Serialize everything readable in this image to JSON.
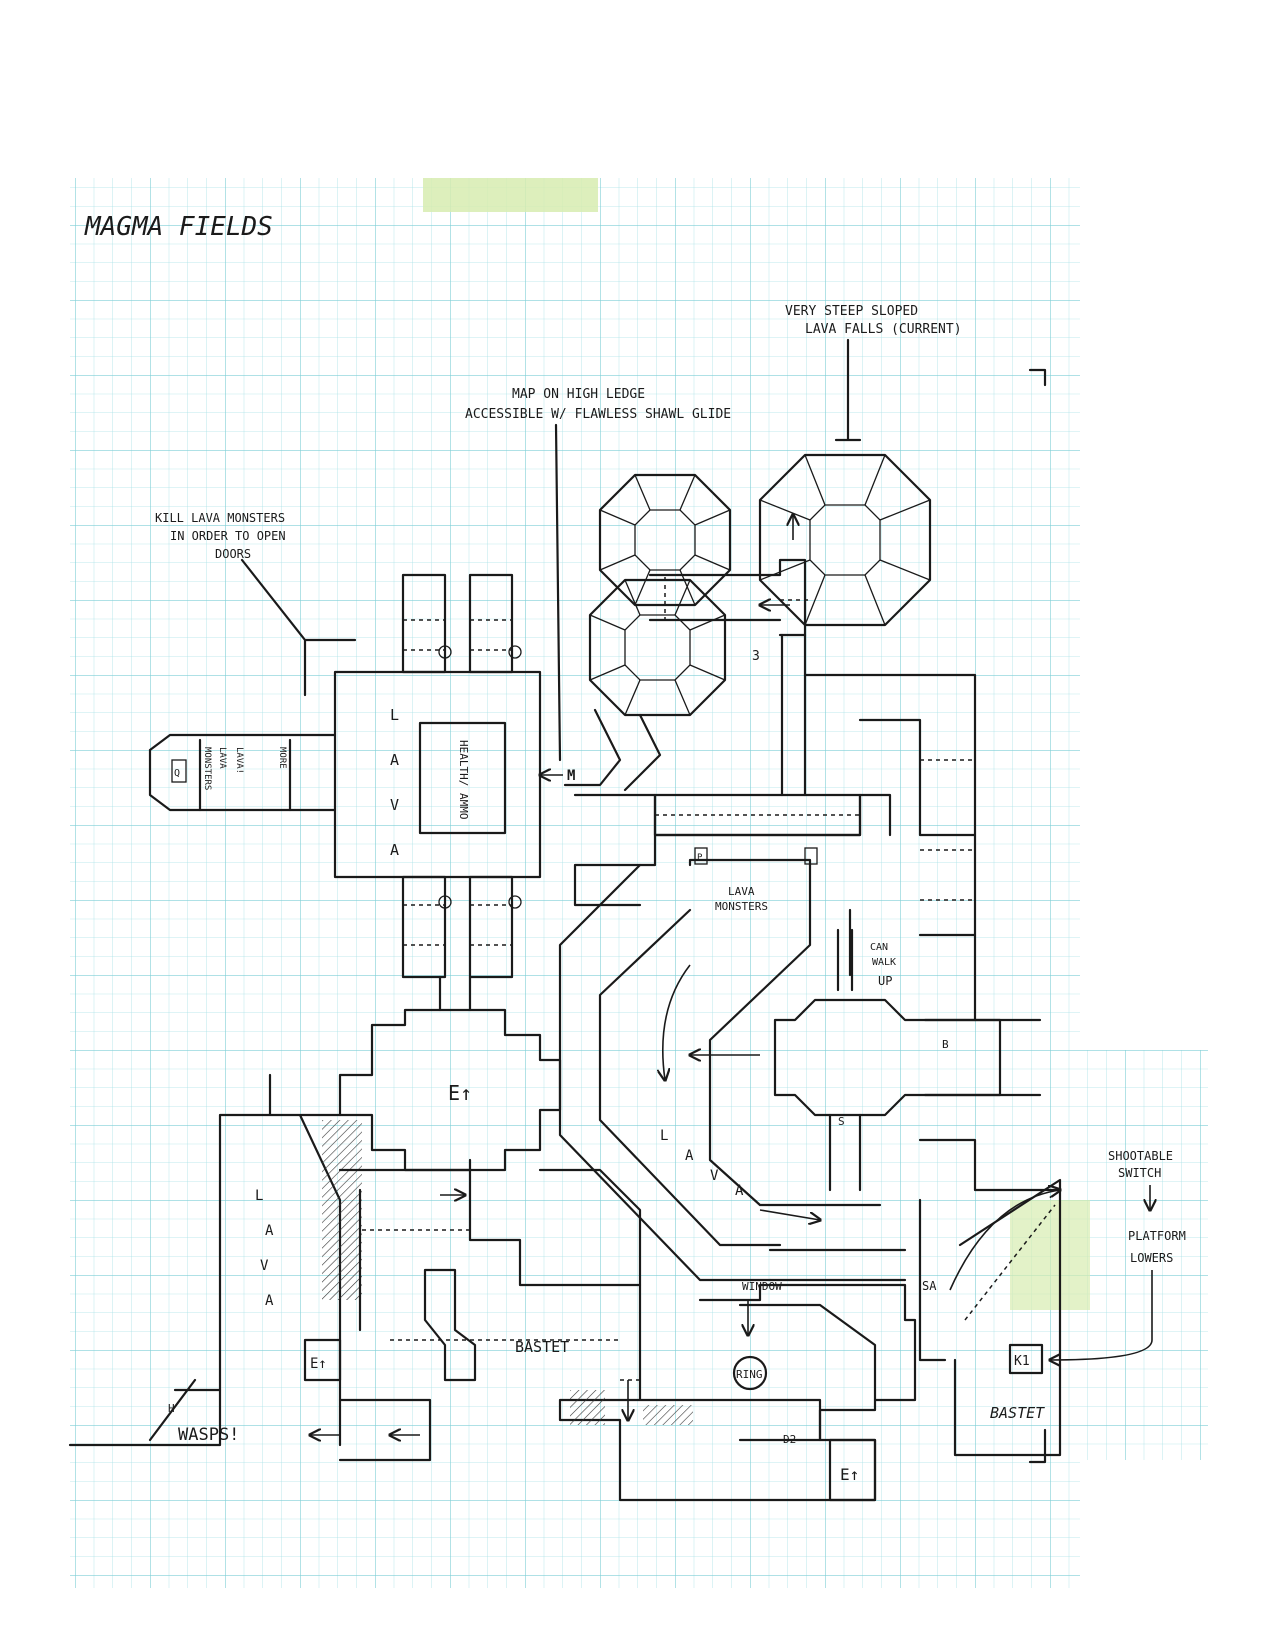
{
  "title": "MAGMA FIELDS",
  "notes": {
    "lava_falls": [
      "VERY STEEP SLOPED",
      "LAVA FALLS (CURRENT)"
    ],
    "map_ledge": [
      "MAP ON HIGH LEDGE",
      "ACCESSIBLE W/ FLAWLESS SHAWL GLIDE"
    ],
    "kill_monsters": [
      "KILL LAVA MONSTERS",
      "IN ORDER TO OPEN",
      "DOORS"
    ],
    "shootable": [
      "SHOOTABLE",
      "SWITCH"
    ],
    "platform": [
      "PLATFORM",
      "LOWERS"
    ],
    "can_walk": [
      "CAN",
      "WALK",
      "UP"
    ],
    "more_lava": [
      "MORE",
      "LAVA!",
      "LAVA",
      "MONSTERS"
    ]
  },
  "labels": {
    "lava_l": "L",
    "lava_a1": "A",
    "lava_v": "V",
    "lava_a2": "A",
    "health_ammo": "HEALTH/ AMMO",
    "lava_monsters": [
      "LAVA",
      "MONSTERS"
    ],
    "lava_curve": [
      "L",
      "A",
      "V",
      "A"
    ],
    "lava_left": [
      "L",
      "A",
      "V",
      "A"
    ],
    "e_up_1": "E↑",
    "e_up_2": "E↑",
    "e_up_3": "E↑",
    "bastet_1": "BASTET",
    "bastet_2": "BASTET",
    "window": "WINDOW",
    "ring": "RING",
    "k1": "K1",
    "wasps": "WASPS!",
    "d2": "D2",
    "sa": "SA",
    "m": "M",
    "h": "H",
    "s": "S",
    "b": "B",
    "p": "P",
    "three": "3",
    "q": "Q"
  },
  "colors": {
    "grid": "#8fd8de",
    "ink": "#1a1a1a",
    "tape": "#d7ecb0"
  }
}
